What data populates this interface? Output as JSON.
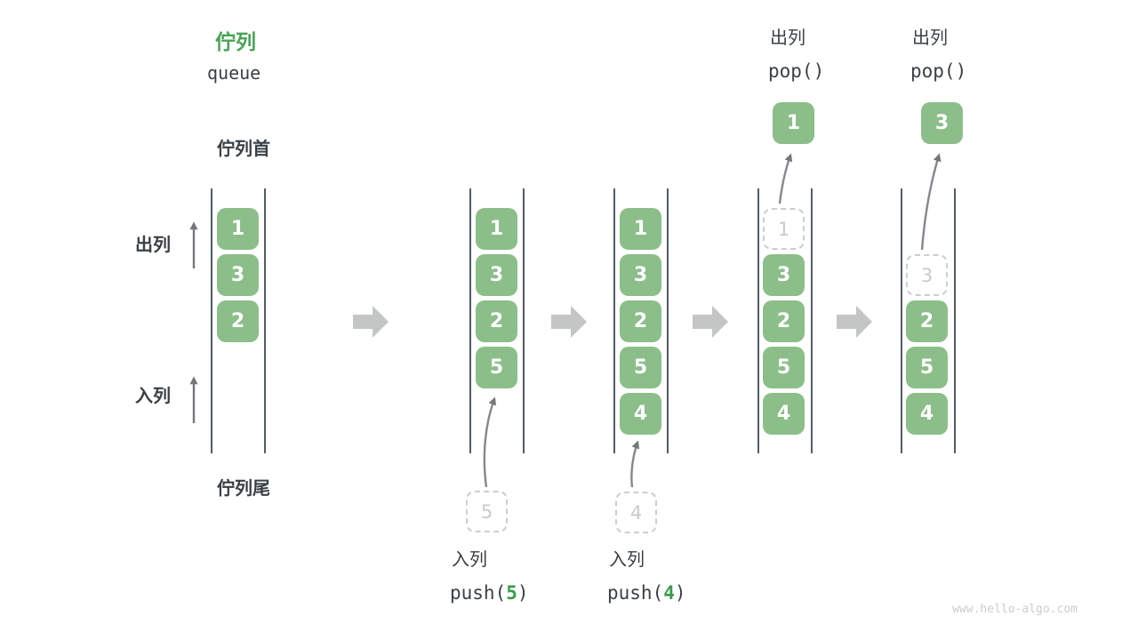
{
  "title": {
    "zh": "佇列",
    "en": "queue"
  },
  "side_labels": {
    "front": "佇列首",
    "rear": "佇列尾",
    "dequeue": "出列",
    "enqueue": "入列"
  },
  "colors": {
    "accent_green": "#4aa356",
    "cell_green": "#8cbe8a",
    "cell_text": "#ffffff",
    "dark_text": "#3a4045",
    "block_arrow_gray": "#c4c6c6",
    "thin_arrow_gray": "#74787c",
    "ghost_border": "#c9ced2",
    "ghost_text": "#c6cbcf",
    "watermark_gray": "#c9cdd0"
  },
  "queue_states": [
    {
      "name": "initial",
      "cells": [
        {
          "value": "1",
          "style": "solid"
        },
        {
          "value": "3",
          "style": "solid"
        },
        {
          "value": "2",
          "style": "solid"
        }
      ]
    },
    {
      "name": "after-push-5",
      "cells": [
        {
          "value": "1",
          "style": "solid"
        },
        {
          "value": "3",
          "style": "solid"
        },
        {
          "value": "2",
          "style": "solid"
        },
        {
          "value": "5",
          "style": "solid"
        }
      ]
    },
    {
      "name": "after-push-4",
      "cells": [
        {
          "value": "1",
          "style": "solid"
        },
        {
          "value": "3",
          "style": "solid"
        },
        {
          "value": "2",
          "style": "solid"
        },
        {
          "value": "5",
          "style": "solid"
        },
        {
          "value": "4",
          "style": "solid"
        }
      ]
    },
    {
      "name": "after-pop-1",
      "cells": [
        {
          "value": "1",
          "style": "ghost"
        },
        {
          "value": "3",
          "style": "solid"
        },
        {
          "value": "2",
          "style": "solid"
        },
        {
          "value": "5",
          "style": "solid"
        },
        {
          "value": "4",
          "style": "solid"
        }
      ]
    },
    {
      "name": "after-pop-3",
      "cells": [
        {
          "value": "3",
          "style": "ghost"
        },
        {
          "value": "2",
          "style": "solid"
        },
        {
          "value": "5",
          "style": "solid"
        },
        {
          "value": "4",
          "style": "solid"
        }
      ]
    }
  ],
  "operations": [
    {
      "type": "enqueue",
      "label": "入列",
      "code_prefix": "push(",
      "arg": "5",
      "code_suffix": ")",
      "ghost_value": "5"
    },
    {
      "type": "enqueue",
      "label": "入列",
      "code_prefix": "push(",
      "arg": "4",
      "code_suffix": ")",
      "ghost_value": "4"
    },
    {
      "type": "dequeue",
      "label": "出列",
      "code": "pop()",
      "popped_value": "1"
    },
    {
      "type": "dequeue",
      "label": "出列",
      "code": "pop()",
      "popped_value": "3"
    }
  ],
  "watermark": "www.hello-algo.com"
}
